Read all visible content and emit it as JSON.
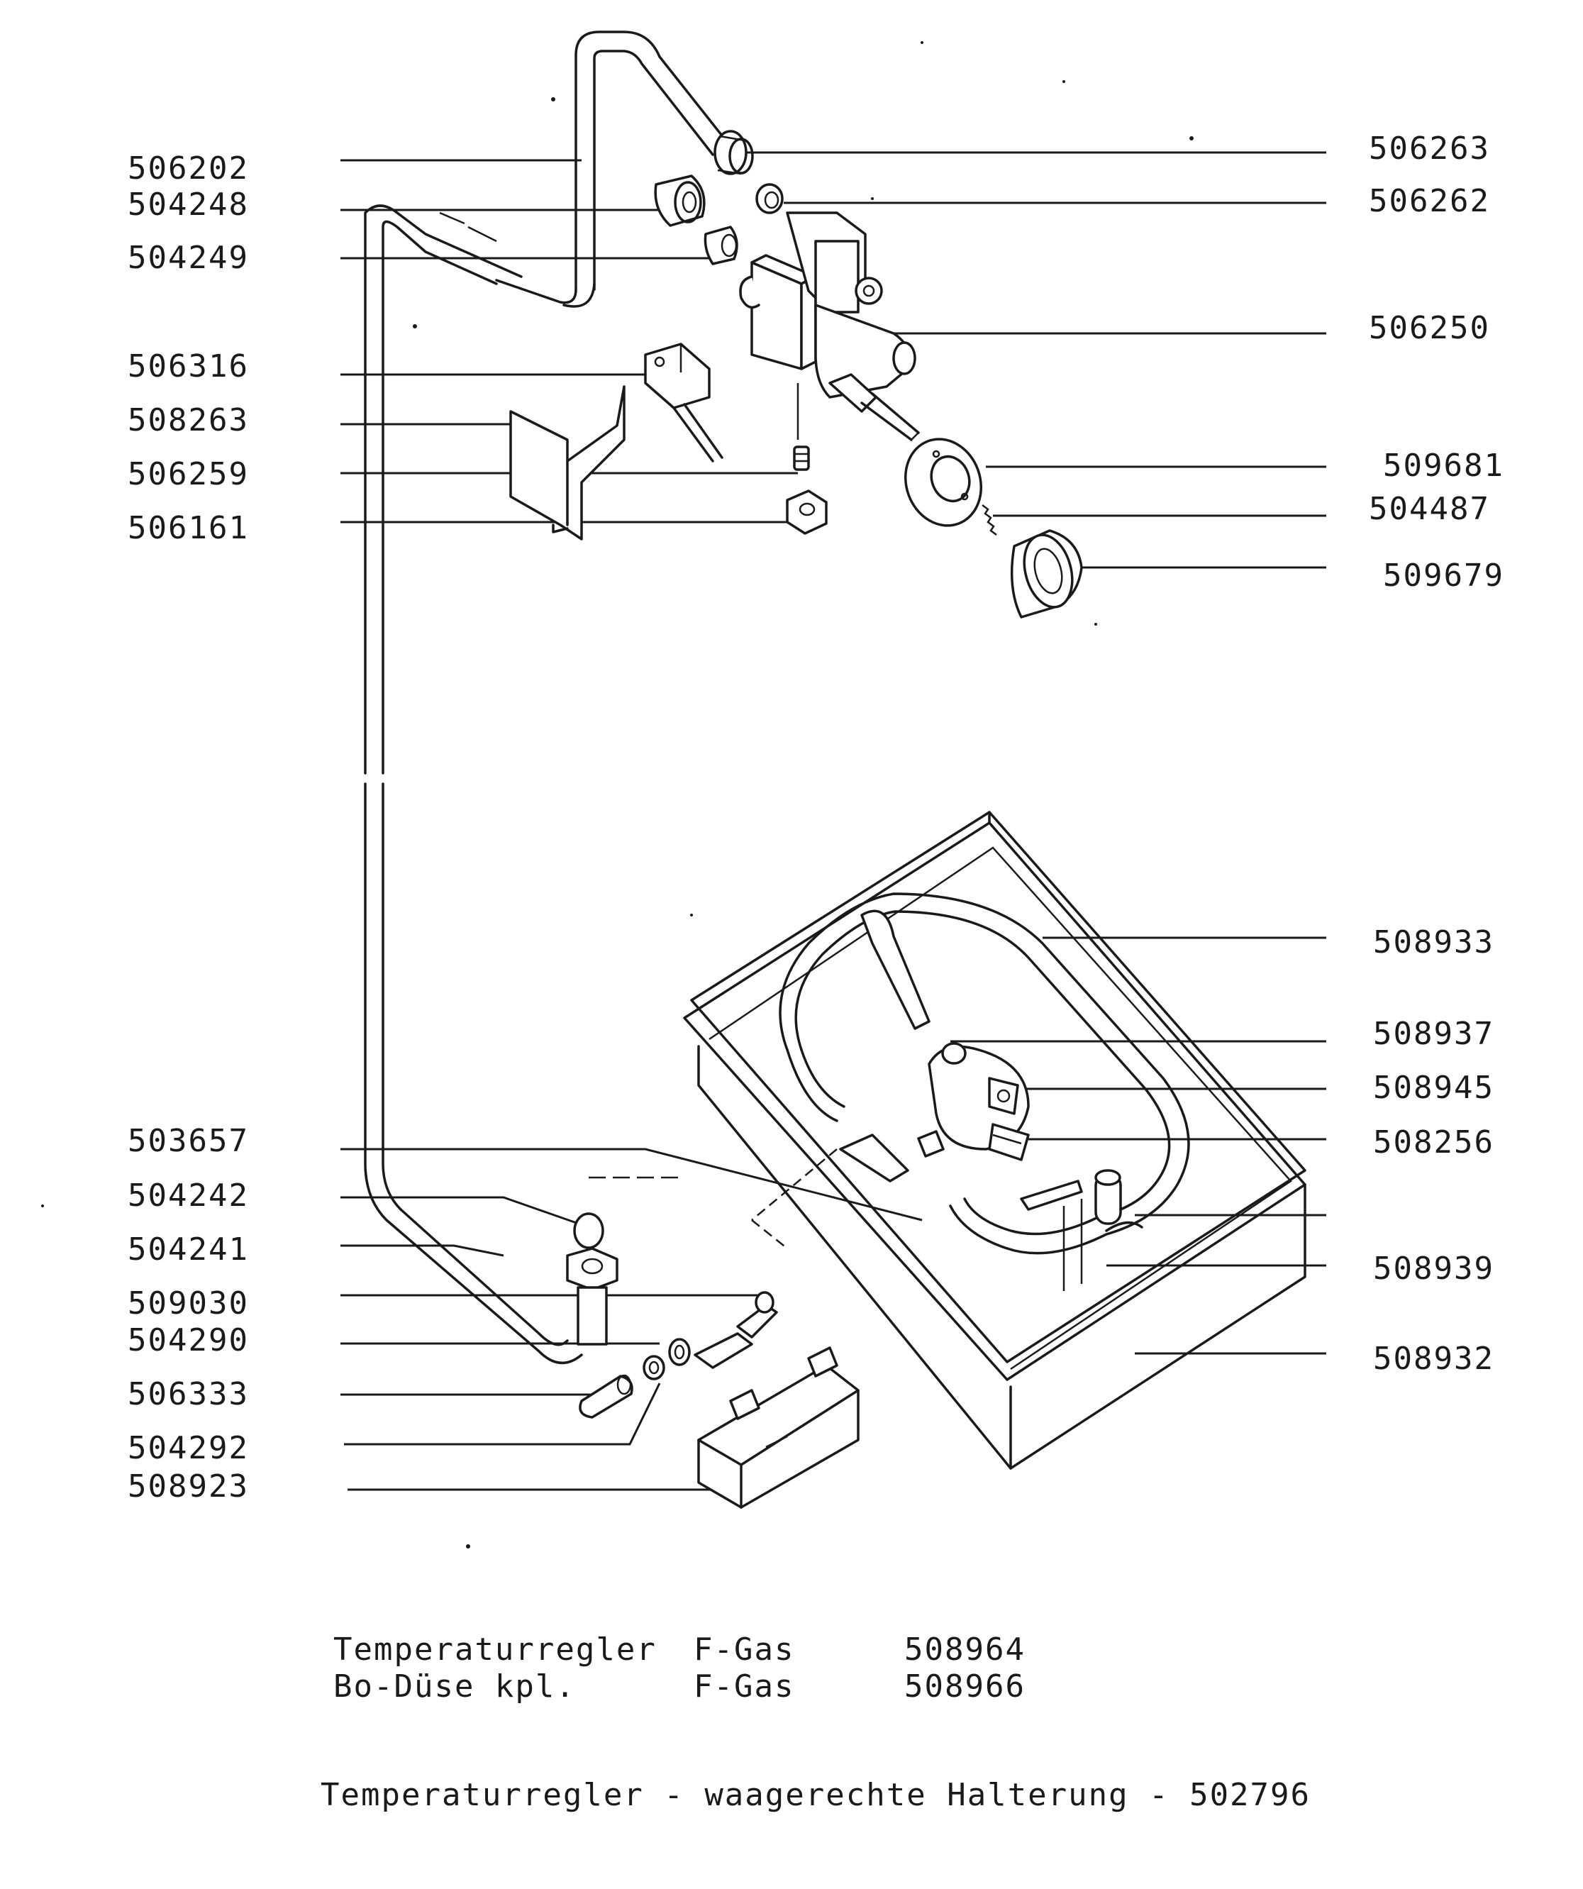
{
  "labels": {
    "506202": "506202",
    "504248": "504248",
    "504249": "504249",
    "506316": "506316",
    "508263": "508263",
    "506259": "506259",
    "506161": "506161",
    "506263": "506263",
    "506262": "506262",
    "506250": "506250",
    "509681": "509681",
    "504487": "504487",
    "509679": "509679",
    "508933": "508933",
    "508937": "508937",
    "508945": "508945",
    "508256": "508256",
    "508939": "508939",
    "508932": "508932",
    "503657": "503657",
    "504242": "504242",
    "504241": "504241",
    "509030": "509030",
    "504290": "504290",
    "506333": "506333",
    "504292": "504292",
    "508923": "508923"
  },
  "parts_table": [
    {
      "name": "Temperaturregler",
      "gas": "F-Gas",
      "number": "508964"
    },
    {
      "name": "Bo-Düse kpl.",
      "gas": "F-Gas",
      "number": "508966"
    }
  ],
  "title": "Temperaturregler - waagerechte Halterung - 502796"
}
